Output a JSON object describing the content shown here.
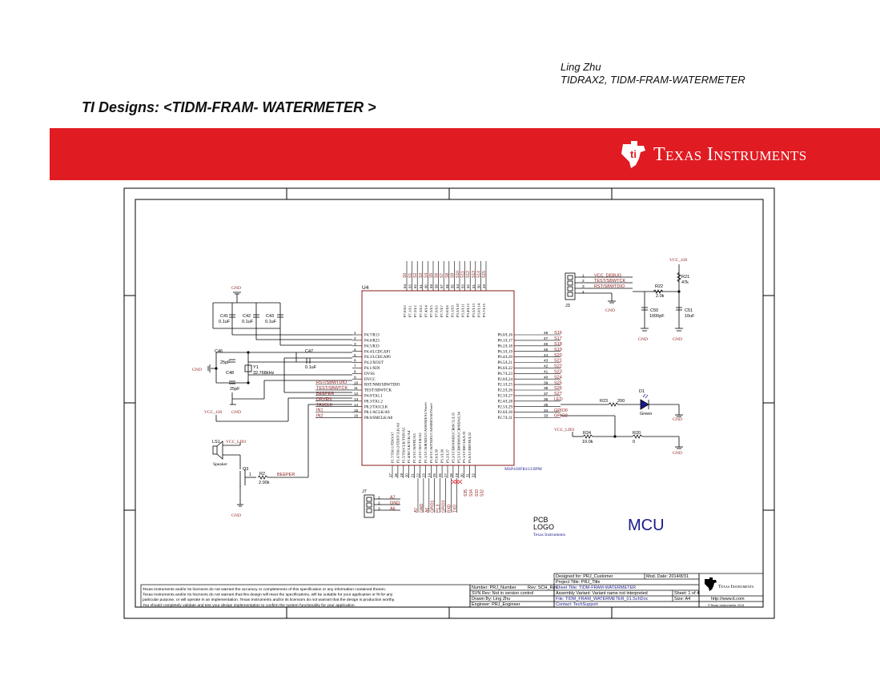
{
  "header": {
    "author": "Ling Zhu",
    "design_ref": "TIDRAX2, TIDM-FRAM-WATERMETER",
    "title": "TI Designs: <TIDM-FRAM- WATERMETER >"
  },
  "banner": {
    "logo_text": "Texas Instruments",
    "logo_icon": "ti-logo-icon",
    "color": "#e11b22"
  },
  "schematic": {
    "u4": {
      "ref": "U4",
      "part": "MSP430FR4133IPM",
      "left_pins": [
        {
          "n": "1",
          "name": "P4.7/R13"
        },
        {
          "n": "2",
          "name": "P4.6/R23"
        },
        {
          "n": "3",
          "name": "P4.5/R33"
        },
        {
          "n": "4",
          "name": "P4.4/LCDCAP1"
        },
        {
          "n": "5",
          "name": "P4.3/LCDCAP0"
        },
        {
          "n": "6",
          "name": "P4.2/XOUT"
        },
        {
          "n": "7",
          "name": "P4.1/XIN"
        },
        {
          "n": "8",
          "name": "DVSS"
        },
        {
          "n": "9",
          "name": "DVCC"
        },
        {
          "n": "10",
          "name": "RST/NMI/SBWTDIO"
        },
        {
          "n": "11",
          "name": "TEST/SBWTCK"
        },
        {
          "n": "12",
          "name": "P4.0/TA1.1"
        },
        {
          "n": "13",
          "name": "P8.3/TA1.2"
        },
        {
          "n": "14",
          "name": "P8.2/TA1CLK"
        },
        {
          "n": "15",
          "name": "P8.1/ACLK/A9"
        },
        {
          "n": "16",
          "name": "P8.0/SMCLK/A8"
        }
      ],
      "right_pins": [
        {
          "n": "48",
          "name": "P6.0/L16",
          "net": "S16"
        },
        {
          "n": "47",
          "name": "P6.1/L17",
          "net": "S17"
        },
        {
          "n": "46",
          "name": "P6.2/L18",
          "net": "S18"
        },
        {
          "n": "45",
          "name": "P6.3/L19",
          "net": "S19"
        },
        {
          "n": "44",
          "name": "P6.4/L20",
          "net": "S20"
        },
        {
          "n": "43",
          "name": "P6.5/L21",
          "net": "S21"
        },
        {
          "n": "42",
          "name": "P6.6/L22",
          "net": "S22"
        },
        {
          "n": "41",
          "name": "P6.7/L23",
          "net": "S23"
        },
        {
          "n": "40",
          "name": "P2.0/L24",
          "net": "S24"
        },
        {
          "n": "39",
          "name": "P2.1/L25",
          "net": "S25"
        },
        {
          "n": "38",
          "name": "P2.2/L26",
          "net": "S26"
        },
        {
          "n": "37",
          "name": "P2.3/L27",
          "net": "S27"
        },
        {
          "n": "36",
          "name": "P2.4/L28",
          "net": "LED"
        },
        {
          "n": "35",
          "name": "P2.5/L29",
          "net": ""
        },
        {
          "n": "34",
          "name": "P2.6/L30",
          "net": "GPIO0"
        },
        {
          "n": "33",
          "name": "P2.7/L31",
          "net": "GPIO2"
        }
      ],
      "top_pins": [
        {
          "n": "64",
          "name": "P7.0/L0",
          "net": "S0"
        },
        {
          "n": "63",
          "name": "P7.1/L1",
          "net": "S1"
        },
        {
          "n": "62",
          "name": "P7.2/L2",
          "net": "S2"
        },
        {
          "n": "61",
          "name": "P7.3/L3",
          "net": "S3"
        },
        {
          "n": "60",
          "name": "P7.4/L4",
          "net": "S4"
        },
        {
          "n": "59",
          "name": "P7.5/L5",
          "net": "S5"
        },
        {
          "n": "58",
          "name": "P7.6/L6",
          "net": "S6"
        },
        {
          "n": "57",
          "name": "P7.7/L7",
          "net": "S7"
        },
        {
          "n": "56",
          "name": "P3.0/L8",
          "net": "S8"
        },
        {
          "n": "55",
          "name": "P3.1/L9",
          "net": "S9"
        },
        {
          "n": "54",
          "name": "P3.2/L10",
          "net": "S10"
        },
        {
          "n": "53",
          "name": "P3.3/L11",
          "net": "S11"
        },
        {
          "n": "52",
          "name": "P3.4/L12",
          "net": "S12"
        },
        {
          "n": "51",
          "name": "P3.5/L13",
          "net": "S13"
        },
        {
          "n": "50",
          "name": "P3.6/L14",
          "net": "S14"
        },
        {
          "n": "49",
          "name": "P3.7/L15",
          "net": "S15"
        }
      ],
      "bottom_pins": [
        {
          "n": "17",
          "name": "P1.7/TA0.1/TDO/A7"
        },
        {
          "n": "18",
          "name": "P1.6/TA0.2/TDI/TCLK/A6"
        },
        {
          "n": "19",
          "name": "P1.5/TA0CLK/TMS/A5"
        },
        {
          "n": "20",
          "name": "P1.4/MCLK/TCK/A4"
        },
        {
          "n": "21",
          "name": "P1.3/UCA0STE/A3"
        },
        {
          "n": "22",
          "name": "P1.2/UCA0CLK/A2"
        },
        {
          "n": "23",
          "name": "P1.1/UCA0RXD/UCA0SOMI/A1/Veref+"
        },
        {
          "n": "24",
          "name": "P1.0/UCA0TXD/UCA0SIMO/A0/Veref-"
        },
        {
          "n": "25",
          "name": "P5.0/L39"
        },
        {
          "n": "26",
          "name": "P5.1/L38"
        },
        {
          "n": "27",
          "name": "P5.2/L37"
        },
        {
          "n": "28",
          "name": "P5.3/UCB0SOMI/UCB0SCL/L35"
        },
        {
          "n": "29",
          "name": "P5.2/UCB0SIMO/UCB0SDA/L34"
        },
        {
          "n": "30",
          "name": "P5.1/UCB0CLK/L33"
        },
        {
          "n": "31",
          "name": "P5.0/UCB0STE/L32"
        },
        {
          "n": "32",
          "name": ""
        }
      ],
      "bottom_nets": [
        "A7",
        "GND",
        "A6",
        "GPIO1",
        "P1.3",
        "GPIO3",
        "RXD",
        "TXD"
      ],
      "bottom_right_nets": [
        "S35",
        "S34",
        "S33",
        "S32"
      ]
    },
    "nets_left": [
      "RST/SBWTDIO",
      "TEST/SBWTCK",
      "BEEPER",
      "DRVEN",
      "TA1CLK",
      "IN1",
      "IN2"
    ],
    "caps": [
      {
        "ref": "C41",
        "val": "0.1uF"
      },
      {
        "ref": "C42",
        "val": "0.1uF"
      },
      {
        "ref": "C43",
        "val": "0.1uF"
      },
      {
        "ref": "C46",
        "val": "25pF"
      },
      {
        "ref": "C48",
        "val": "25pF"
      },
      {
        "ref": "C47",
        "val": "0.1uF"
      },
      {
        "ref": "C50",
        "val": "1000pF"
      },
      {
        "ref": "C51",
        "val": "10uF"
      }
    ],
    "crystal": {
      "ref": "Y1",
      "val": "32.768kHz"
    },
    "power": {
      "gnd": "GND",
      "vcc": "VCC_430",
      "vcc_ldo": "VCC_LDO"
    },
    "j3": {
      "ref": "J3",
      "pins": [
        "1",
        "2",
        "3",
        "4"
      ],
      "nets": [
        "VCC_DEBUG",
        "TEST/SBWTCK",
        "RST/SBWTDIO",
        ""
      ]
    },
    "j7": {
      "ref": "J7",
      "pins": [
        "1",
        "2",
        "3"
      ],
      "nets": [
        "A7",
        "GND",
        "A6"
      ]
    },
    "r21": {
      "ref": "R21",
      "val": "47k"
    },
    "r22": {
      "ref": "R22",
      "val": "2.0k"
    },
    "r23": {
      "ref": "R23",
      "val": "200"
    },
    "r24": {
      "ref": "R24",
      "val": "10.0k"
    },
    "r20": {
      "ref": "R20",
      "val": "0"
    },
    "r2": {
      "ref": "R2",
      "val": "2.00k"
    },
    "d1": {
      "ref": "D1",
      "val": "Green"
    },
    "ls1": {
      "ref": "LS1",
      "label": "Speaker"
    },
    "q3": {
      "ref": "Q3",
      "pin": "1"
    },
    "beeper_net": "BEEPER",
    "pcb_logo": {
      "line1": "PCB",
      "line2": "LOGO",
      "line3": "Texas Instruments"
    },
    "sheet_label": "MCU"
  },
  "title_block": {
    "disclaimer": [
      "Texas Instruments and/or its licensors do not warrant the accuracy or completeness of this specification or any information contained therein.",
      "Texas Instruments and/or its licensors do not warrant that this design will meet the specifications, will be suitable for your application or fit for any",
      "particular purpose, or will operate in an implementation. Texas Instruments and/or its licensors do not warrant that the design is production worthy.",
      "You should completely validate and test your design implementation to confirm the system functionality for your application."
    ],
    "designed_for": "Designed for: PRJ_Customer",
    "mod_date": "Mod. Date: 2014/8/31",
    "project_title": "Project Title: PRJ_Title",
    "number": "Number: PRJ_Number",
    "rev": "Rev: SCH_Rev",
    "sheet_title": "Sheet Title: TIDM-FRAM-WATERMETER",
    "svn_rev": "SVN Rev: Not in version control",
    "assembly_variant": "Assembly Variant: Variant name not interpreted",
    "sheet": "Sheet: 1 of 4",
    "drawn_by": "Drawn By: Ling Zhu",
    "file": "File: TIDM_FRAM_WATERMETER_01.SchDoc",
    "size": "Size: A4",
    "url": "http://www.ti.com",
    "engineer": "Engineer: PRJ_Engineer",
    "contact": "Contact: TechSupport",
    "copyright": "©Texas Instruments 2014",
    "tb_logo": "Texas Instruments"
  }
}
